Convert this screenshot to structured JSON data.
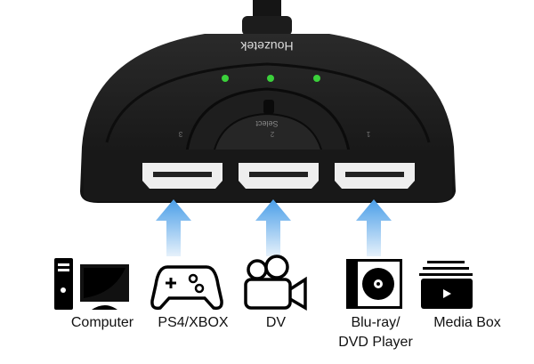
{
  "product": {
    "brand": "Houzetek",
    "select_label": "Select",
    "port_numbers": [
      "3",
      "2",
      "1"
    ],
    "led_color": "#3bd13b",
    "arrow_color": "#5aa9ec"
  },
  "devices": [
    {
      "label": "Computer",
      "icon": "computer-icon"
    },
    {
      "label": "PS4/XBOX",
      "icon": "gamepad-icon"
    },
    {
      "label": "DV",
      "icon": "video-camera-icon"
    },
    {
      "label": "Blu-ray/",
      "label2": "DVD Player",
      "icon": "disc-player-icon"
    },
    {
      "label": "Media Box",
      "icon": "media-box-icon"
    }
  ]
}
